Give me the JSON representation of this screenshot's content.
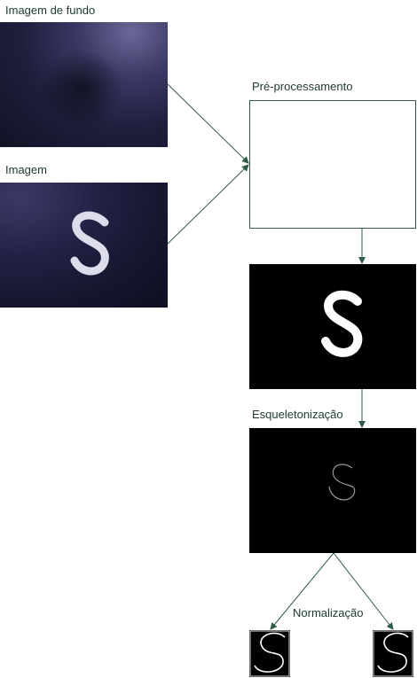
{
  "labels": {
    "background_image": "Imagem de fundo",
    "image": "Imagem",
    "preprocessing": "Pré-processamento",
    "skeletonization": "Esqueletonização",
    "normalization": "Normalização"
  },
  "colors": {
    "arrow": "#2f5b45",
    "label_text": "#1e3a2c",
    "panel_black": "#000000"
  }
}
